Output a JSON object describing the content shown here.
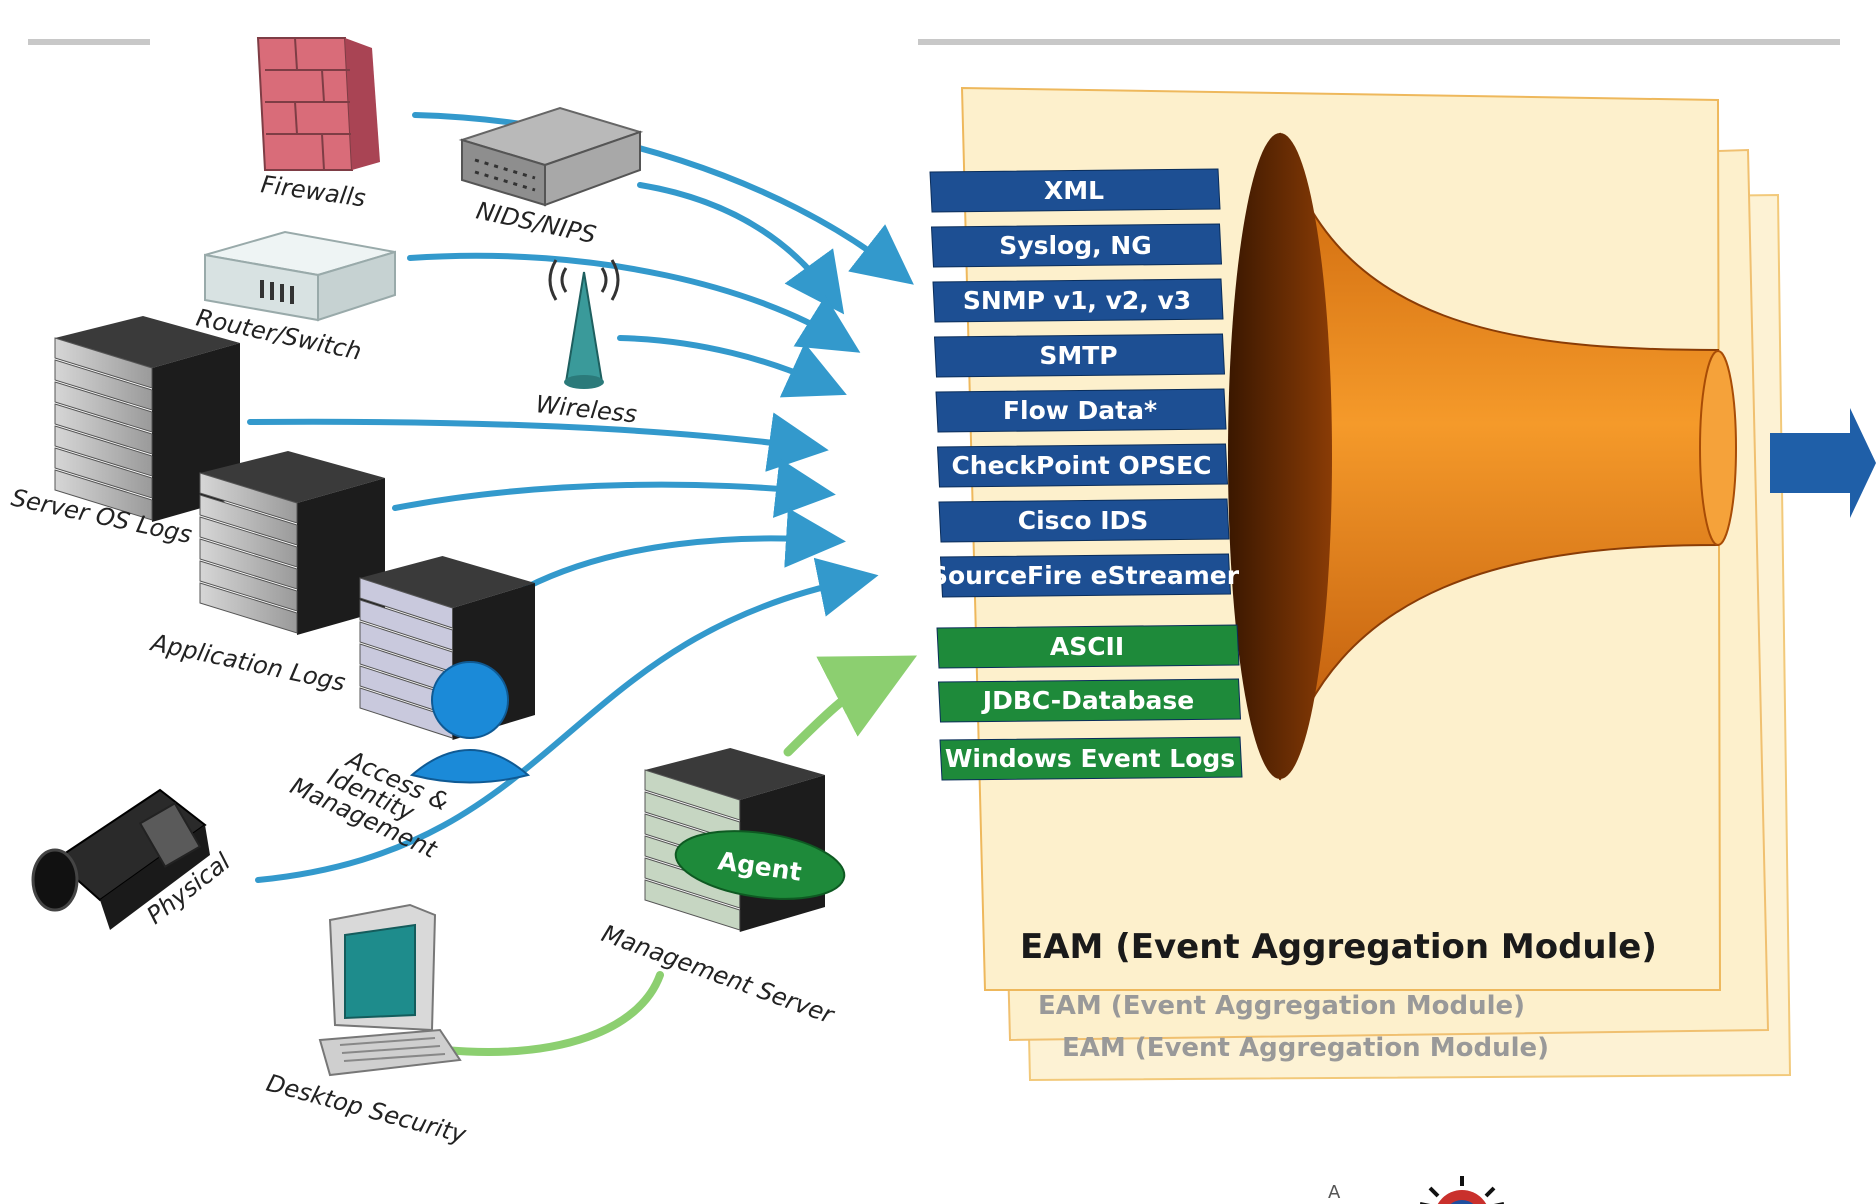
{
  "sources": [
    {
      "key": "firewalls",
      "label": "Firewalls"
    },
    {
      "key": "nids",
      "label": "NIDS/NIPS"
    },
    {
      "key": "router",
      "label": "Router/Switch"
    },
    {
      "key": "wireless",
      "label": "Wireless"
    },
    {
      "key": "server_os",
      "label": "Server OS Logs"
    },
    {
      "key": "app_logs",
      "label": "Application Logs"
    },
    {
      "key": "access",
      "label": "Access & Identity Management"
    },
    {
      "key": "physical",
      "label": "Physical"
    },
    {
      "key": "desktop",
      "label": "Desktop Security"
    },
    {
      "key": "mgmt",
      "label": "Management Server"
    }
  ],
  "agent_label": "Agent",
  "protocols_blue": [
    "XML",
    "Syslog, NG",
    "SNMP v1, v2, v3",
    "SMTP",
    "Flow Data*",
    "CheckPoint OPSEC",
    "Cisco IDS",
    "SourceFire eStreamer"
  ],
  "protocols_green": [
    "ASCII",
    "JDBC-Database",
    "Windows Event Logs"
  ],
  "eam": {
    "primary": "EAM (Event Aggregation Module)",
    "stack": [
      "EAM (Event Aggregation Module)",
      "EAM (Event Aggregation Module)"
    ]
  },
  "footer_mark": "A",
  "colors": {
    "flow_blue": "#3399cc",
    "flow_green": "#8ccf70",
    "protocol_blue": "#1d4f93",
    "protocol_green": "#1e8a3a",
    "funnel": "#e8841a",
    "panel": "#fdf0cc",
    "output_arrow": "#1f5fa8"
  }
}
